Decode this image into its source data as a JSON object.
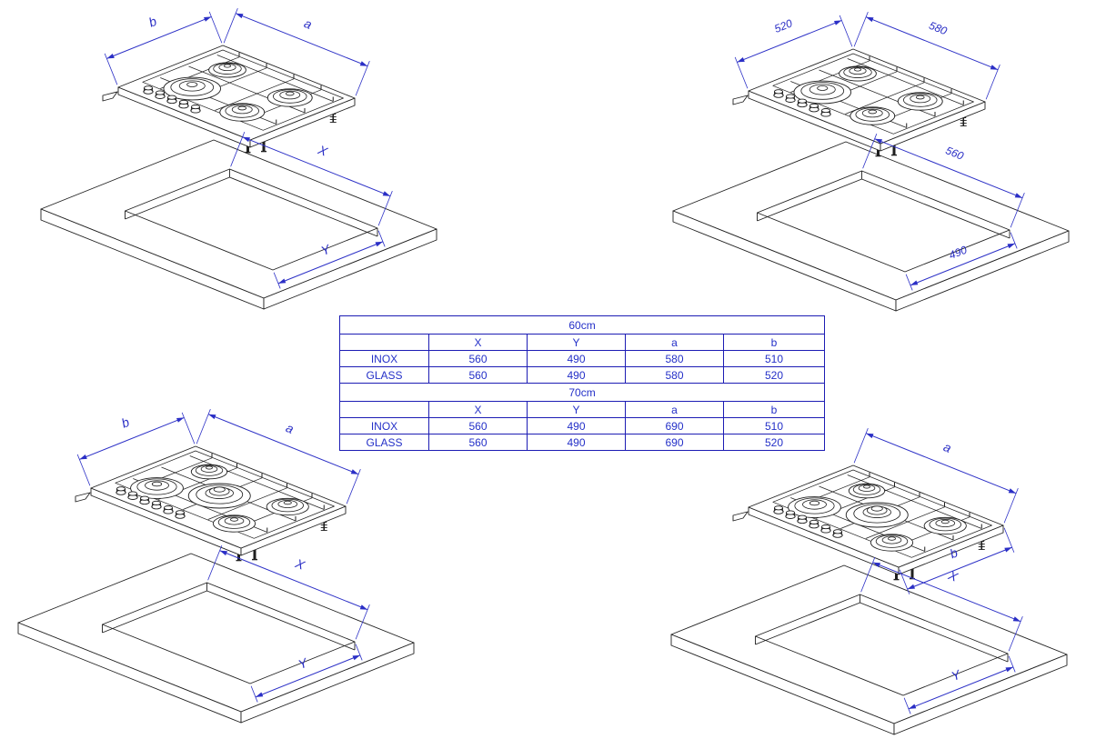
{
  "page": {
    "background": "#ffffff",
    "description": "Gas hob installation drawing with cutout dimensions"
  },
  "colors": {
    "dimension_blue": "#2b2fc6",
    "table_border": "#1c1cb4",
    "table_text": "#2430c8",
    "line_black": "#1f1f1f"
  },
  "table": {
    "sections": [
      {
        "title": "60cm",
        "columns": [
          "",
          "X",
          "Y",
          "a",
          "b"
        ],
        "rows": [
          {
            "label": "INOX",
            "values": [
              "560",
              "490",
              "580",
              "510"
            ]
          },
          {
            "label": "GLASS",
            "values": [
              "560",
              "490",
              "580",
              "520"
            ]
          }
        ]
      },
      {
        "title": "70cm",
        "columns": [
          "",
          "X",
          "Y",
          "a",
          "b"
        ],
        "rows": [
          {
            "label": "INOX",
            "values": [
              "560",
              "490",
              "690",
              "510"
            ]
          },
          {
            "label": "GLASS",
            "values": [
              "560",
              "490",
              "690",
              "520"
            ]
          }
        ]
      }
    ]
  },
  "diagrams": [
    {
      "id": "top-left",
      "hob_type": "4-burner",
      "hob_width_label": "b",
      "hob_length_label": "a",
      "cutout_length_label": "X",
      "cutout_width_label": "Y",
      "hob_width_position": "top-left"
    },
    {
      "id": "top-right",
      "hob_type": "4-burner",
      "hob_width_label": "520",
      "hob_length_label": "580",
      "cutout_length_label": "560",
      "cutout_width_label": "490",
      "hob_width_position": "top-left"
    },
    {
      "id": "bottom-left",
      "hob_type": "5-burner",
      "hob_width_label": "b",
      "hob_length_label": "a",
      "cutout_length_label": "X",
      "cutout_width_label": "Y",
      "hob_width_position": "top-left"
    },
    {
      "id": "bottom-right",
      "hob_type": "5-burner",
      "hob_width_label": "b",
      "hob_length_label": "a",
      "cutout_length_label": "X",
      "cutout_width_label": "Y",
      "hob_width_position": "bottom-right"
    }
  ]
}
